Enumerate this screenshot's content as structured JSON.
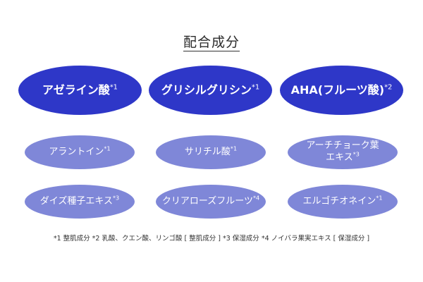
{
  "title": "配合成分",
  "main_ingredients": [
    {
      "name": "アゼライン酸",
      "note": "*1"
    },
    {
      "name": "グリシルグリシン",
      "note": "*1"
    },
    {
      "name": "AHA(フルーツ酸)",
      "note": "*2"
    }
  ],
  "sub_ingredients": [
    {
      "name": "アラントイン",
      "note": "*1"
    },
    {
      "name": "サリチル酸",
      "note": "*1"
    },
    {
      "name": "アーチチョーク葉",
      "name2": "エキス",
      "note": "*3"
    },
    {
      "name": "ダイズ種子エキス",
      "note": "*3"
    },
    {
      "name": "クリアローズフルーツ",
      "note": "*4"
    },
    {
      "name": "エルゴチオネイン",
      "note": "*1"
    }
  ],
  "footnote": "*1 整肌成分 *2 乳酸、クエン酸、リンゴ酸 [ 整肌成分 ] *3 保湿成分 *4 ノイバラ果実エキス [ 保湿成分 ]",
  "colors": {
    "major": "#2e37c8",
    "minor": "#7f87d8"
  }
}
